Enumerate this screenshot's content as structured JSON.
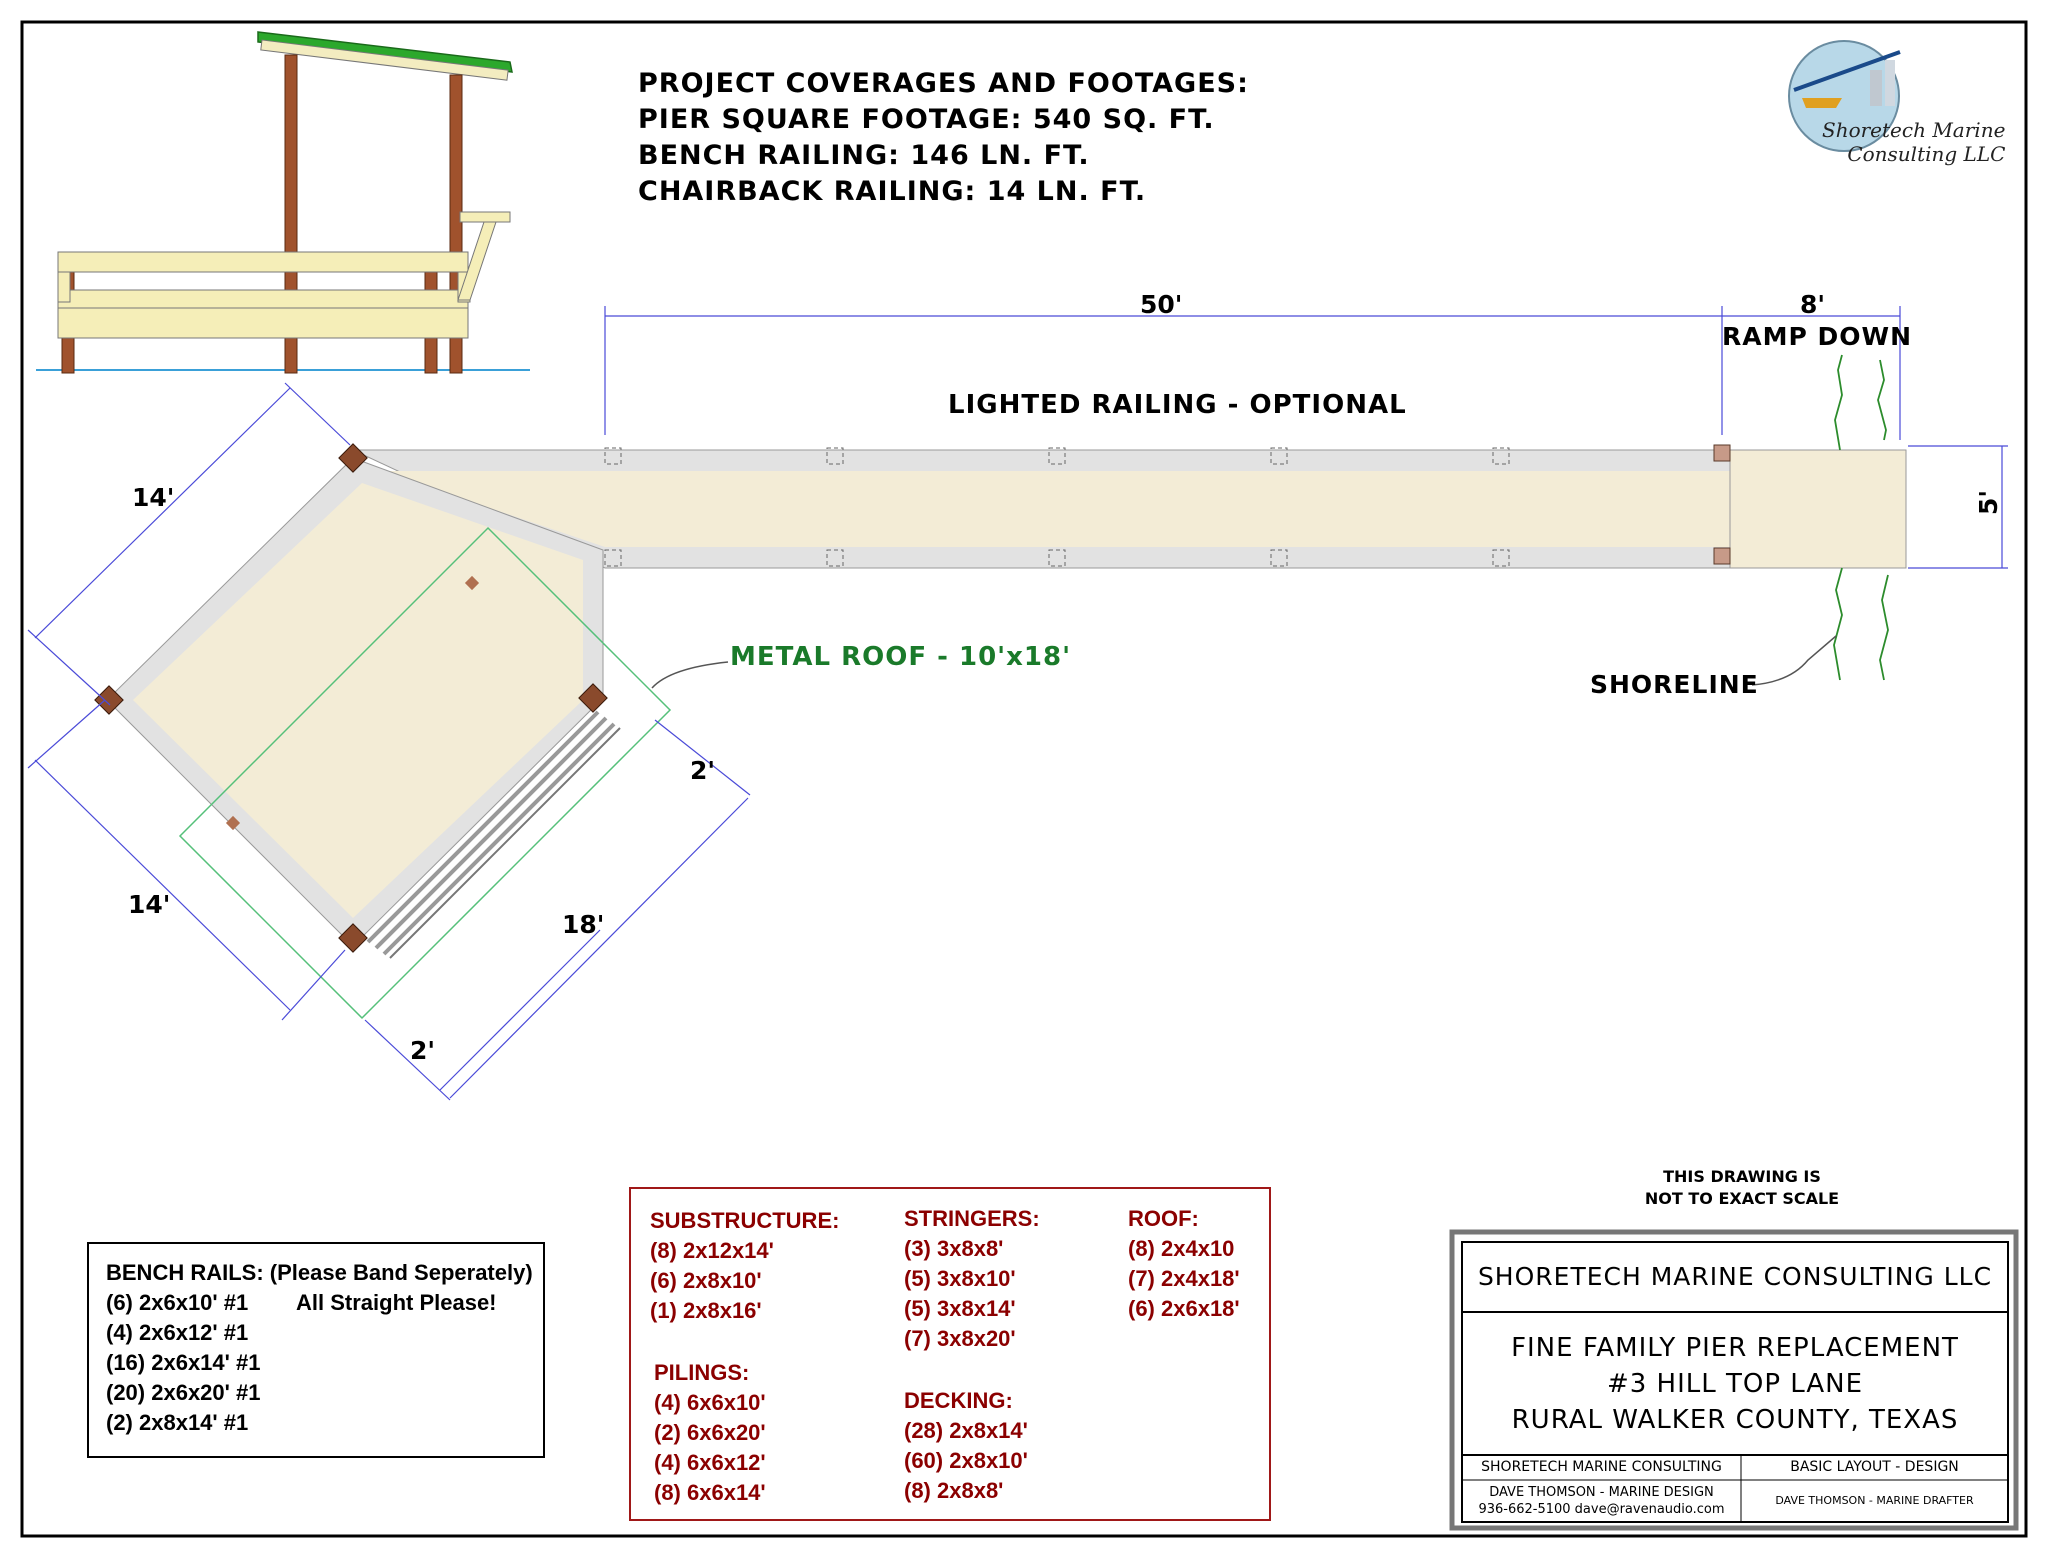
{
  "coverages": {
    "title": "PROJECT COVERAGES AND FOOTAGES:",
    "pier_sqft": "PIER SQUARE FOOTAGE: 540 SQ. FT.",
    "bench_railing": "BENCH RAILING: 146 LN. FT.",
    "chairback_railing": "CHAIRBACK RAILING: 14 LN. FT."
  },
  "logo": {
    "line1": "Shoretech Marine",
    "line2": "Consulting LLC"
  },
  "dimensions": {
    "walkway_length": "50'",
    "ramp_width": "8'",
    "ramp_label": "RAMP DOWN",
    "walkway_width": "5'",
    "platform_side_a": "14'",
    "platform_side_b": "14'",
    "roof_length": "18'",
    "roof_overhang_a": "2'",
    "roof_overhang_b": "2'"
  },
  "labels": {
    "lighted_railing": "LIGHTED RAILING - OPTIONAL",
    "metal_roof": "METAL ROOF - 10'x18'",
    "shoreline": "SHORELINE",
    "scale_note_1": "THIS DRAWING IS",
    "scale_note_2": "NOT TO EXACT SCALE"
  },
  "colors": {
    "deck": "#f3ecd6",
    "rail": "#e2e2e2",
    "post": "#8a4a2c",
    "dim_line": "#4a4ad8",
    "roof_line": "#55c07a",
    "roof_label": "#1a7a2a",
    "materials_text": "#8b0000",
    "frame_red": "#a01818",
    "shore_green": "#2c8c2c"
  },
  "bench_rails": {
    "title": "BENCH RAILS:  (Please Band Seperately)",
    "note": "All Straight Please!",
    "items": [
      "(6) 2x6x10'  #1",
      "(4) 2x6x12'  #1",
      "(16) 2x6x14'  #1",
      "(20) 2x6x20'  #1",
      "(2) 2x8x14'  #1"
    ]
  },
  "materials": {
    "substructure": {
      "title": "SUBSTRUCTURE:",
      "items": [
        "(8) 2x12x14'",
        "(6) 2x8x10'",
        "(1) 2x8x16'"
      ]
    },
    "pilings": {
      "title": "PILINGS:",
      "items": [
        "(4) 6x6x10'",
        "(2) 6x6x20'",
        "(4) 6x6x12'",
        "(8) 6x6x14'"
      ]
    },
    "stringers": {
      "title": "STRINGERS:",
      "items": [
        "(3) 3x8x8'",
        "(5) 3x8x10'",
        "(5) 3x8x14'",
        "(7) 3x8x20'"
      ]
    },
    "decking": {
      "title": "DECKING:",
      "items": [
        "(28) 2x8x14'",
        "(60) 2x8x10'",
        "(8) 2x8x8'"
      ]
    },
    "roof": {
      "title": "ROOF:",
      "items": [
        "(8)  2x4x10",
        "(7) 2x4x18'",
        "(6) 2x6x18'"
      ]
    }
  },
  "title_block": {
    "company": "SHORETECH MARINE CONSULTING LLC",
    "project_1": "FINE FAMILY PIER REPLACEMENT",
    "project_2": "#3 HILL TOP LANE",
    "project_3": "RURAL WALKER COUNTY, TEXAS",
    "cell_company": "SHORETECH MARINE CONSULTING",
    "cell_sheet": "BASIC LAYOUT - DESIGN",
    "cell_designer": "DAVE THOMSON - MARINE DESIGN",
    "cell_contact": "936-662-5100  dave@ravenaudio.com",
    "cell_drafter": "DAVE THOMSON - MARINE DRAFTER"
  }
}
